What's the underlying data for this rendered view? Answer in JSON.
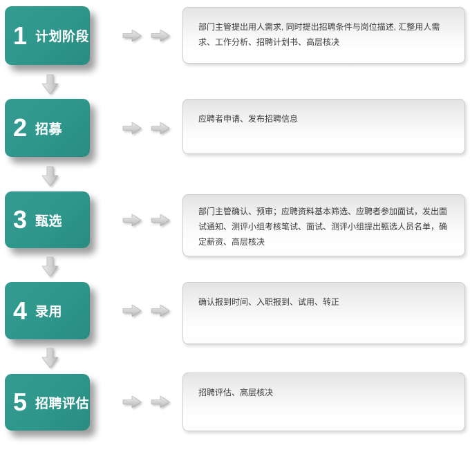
{
  "diagram": {
    "type": "flowchart",
    "direction": "vertical",
    "stages": [
      {
        "number": "1",
        "label": "计划阶段",
        "description": "部门主管提出用人需求, 同时提出招聘条件与岗位描述, 汇整用人需求、工作分析、招聘计划书、高层核决"
      },
      {
        "number": "2",
        "label": "招募",
        "description": "应聘者申请、发布招聘信息"
      },
      {
        "number": "3",
        "label": "甄选",
        "description": "部门主管确认、预审；应聘资料基本筛选、应聘者参加面试，发出面试通知、测评小组考核笔试、面试、测评小组提出甄选人员名单，确定薪资、高层核决"
      },
      {
        "number": "4",
        "label": "录用",
        "description": "确认报到时间、入职报到、试用、转正"
      },
      {
        "number": "5",
        "label": "招聘评估",
        "description": "招聘评估、高层核决"
      }
    ]
  },
  "icons": {
    "right_arrow": "right-arrow-icon",
    "down_arrow": "down-arrow-icon"
  },
  "colors": {
    "stage_bg": "#2e968b",
    "stage_text": "#ffffff",
    "arrow_fill_light": "#e9e9e9",
    "arrow_fill_dark": "#b9b9b9",
    "desc_border": "#cbcbcb",
    "desc_bg_top": "#e3e3e3",
    "desc_text": "#3a3a3a",
    "shadow": "#999999"
  }
}
